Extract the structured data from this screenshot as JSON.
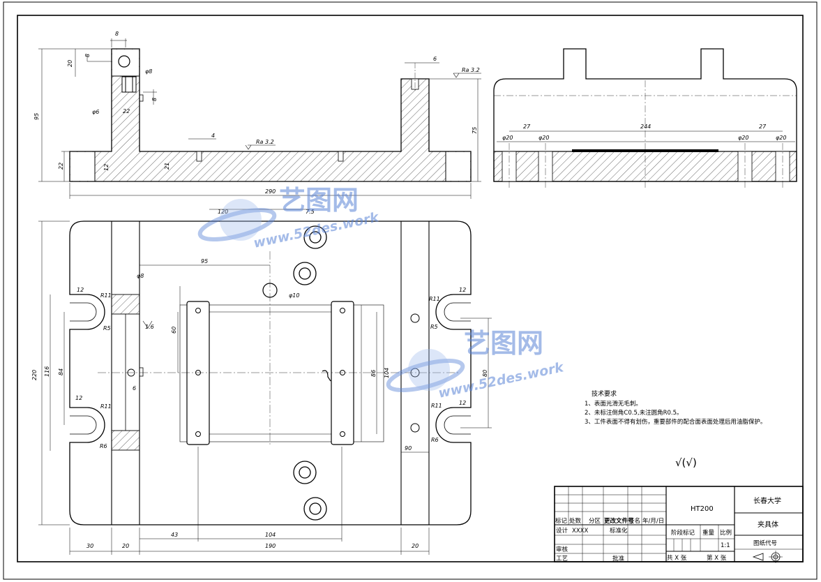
{
  "drawing": {
    "title_block": {
      "material": "HT200",
      "school": "长春大学",
      "part_name": "夹具体",
      "drawing_code": "图纸代号",
      "row_labels": [
        "标记",
        "处数",
        "分区",
        "更改文件号",
        "签名",
        "年/月/日"
      ],
      "design_label": "设计",
      "designer": "XXXX",
      "standardize_label": "标准化",
      "review_label": "审核",
      "process_label": "工艺",
      "approve_label": "批准",
      "stage_label": "阶段标记",
      "weight_label": "重量",
      "scale_label": "比例",
      "scale_value": "1:1",
      "total_sheets": "共 X 张",
      "sheet_no": "第 X 张"
    },
    "tech_req": {
      "heading": "技术要求",
      "items": [
        "1、表面光滑无毛刺。",
        "2、未标注倒角C0.5,未注圆角R0.5。",
        "3、工件表面不得有划伤，重要部件的配合面表面处理后用油脂保护。"
      ]
    },
    "roughness_note": "√(√)",
    "watermark": {
      "logo_text": "艺图网",
      "url": "www.52des.work"
    },
    "dimensions": {
      "front": {
        "d8": "8",
        "d8b": "8",
        "d20": "20",
        "d95": "95",
        "d22": "22",
        "d22b": "22",
        "d12": "12",
        "d21": "21",
        "d8c": "8",
        "d75": "75",
        "d6": "6",
        "d4": "4",
        "d290": "290",
        "ra1": "Ra 3.2",
        "ra2": "Ra 3.2",
        "phi8": "φ8",
        "phi6": "φ6"
      },
      "side": {
        "d27a": "27",
        "d27b": "27",
        "d244": "244",
        "p20a": "φ20",
        "p20b": "φ20",
        "p20c": "φ20",
        "p20d": "φ20"
      },
      "top": {
        "d120": "120",
        "d75": "7.5",
        "d95": "95",
        "phi8": "φ8",
        "phi10": "φ10",
        "d60": "60",
        "d12a": "12",
        "d12b": "12",
        "d12c": "12",
        "d12d": "12",
        "r11a": "R11",
        "r11b": "R11",
        "r11c": "R11",
        "r11d": "R11",
        "r5a": "R5",
        "r5b": "R5",
        "r6a": "R6",
        "r6b": "R6",
        "d220": "220",
        "d116": "116",
        "d84": "84",
        "d6": "6",
        "d10": "1.6",
        "d80": "80",
        "d86": "86",
        "d90": "90",
        "d104": "104",
        "d30": "30",
        "d20a": "20",
        "d20b": "20",
        "d43": "43",
        "d104b": "104",
        "d190": "190"
      }
    }
  }
}
